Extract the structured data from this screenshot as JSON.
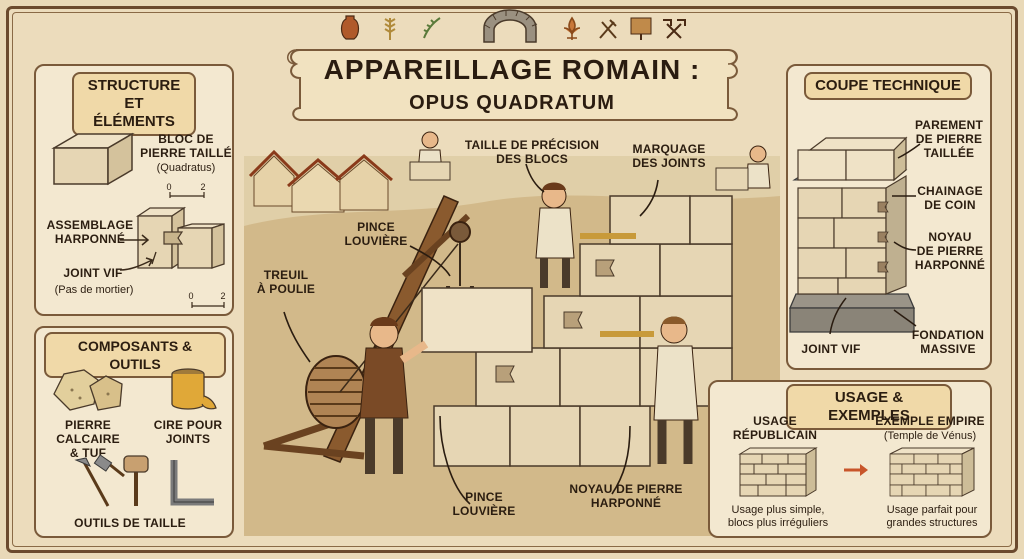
{
  "title": {
    "line1": "APPAREILLAGE ROMAIN :",
    "line2": "OPUS QUADRATUM"
  },
  "left_top_panel": {
    "heading": "STRUCTURE\nET ÉLÉMENTS",
    "bloc_label": "BLOC DE\nPIERRE TAILLÉ",
    "bloc_sub": "(Quadratus)",
    "scale_a": {
      "start": "0",
      "end": "2"
    },
    "assemblage_label": "ASSEMBLAGE\nHARPONNÉ",
    "joint_label": "JOINT VIF",
    "joint_sub": "(Pas de mortier)",
    "scale_b": {
      "start": "0",
      "end": "2"
    }
  },
  "left_bottom_panel": {
    "heading": "COMPOSANTS & OUTILS",
    "pierre_label": "PIERRE CALCAIRE\n& TUF",
    "cire_label": "CIRE POUR\nJOINTS",
    "outils_label": "OUTILS DE TAILLE"
  },
  "center_scene": {
    "taille_label": "TAILLE DE PRÉCISION\nDES BLOCS",
    "marquage_label": "MARQUAGE\nDES JOINTS",
    "pince_top_label": "PINCE\nLOUVIÈRE",
    "treuil_label": "TREUIL\nÀ POULIE",
    "pince_bottom_label": "PINCE\nLOUVIÈRE",
    "noyau_label": "NOYAU DE PIERRE\nHARPONNÉ"
  },
  "right_top_panel": {
    "heading": "COUPE TECHNIQUE",
    "parement_label": "PAREMENT\nDE PIERRE\nTAILLÉE",
    "chainage_label": "CHAINAGE\nDE COIN",
    "noyau_label": "NOYAU\nDE PIERRE\nHARPONNÉ",
    "joint_label": "JOINT VIF",
    "fondation_label": "FONDATION\nMASSIVE"
  },
  "right_bottom_panel": {
    "heading": "USAGE & EXEMPLES",
    "republicain_label": "USAGE\nRÉPUBLICAIN",
    "republicain_desc": "Usage plus simple,\nblocs plus irréguliers",
    "empire_label": "EXEMPLE EMPIRE",
    "empire_sub": "(Temple de Vénus)",
    "empire_desc": "Usage parfait pour\ngrandes structures"
  },
  "icons": [
    "amphora-icon",
    "wheat-icon",
    "laurel-icon",
    "arch-icon",
    "fleur-icon",
    "tools-icon",
    "sign-icon",
    "hammers-icon"
  ],
  "colors": {
    "frame": "#6b4a2e",
    "parchment": "#ecdcbc",
    "badge": "#f0d9a8",
    "stone": "#e6d6b4",
    "accent": "#c8552a"
  }
}
